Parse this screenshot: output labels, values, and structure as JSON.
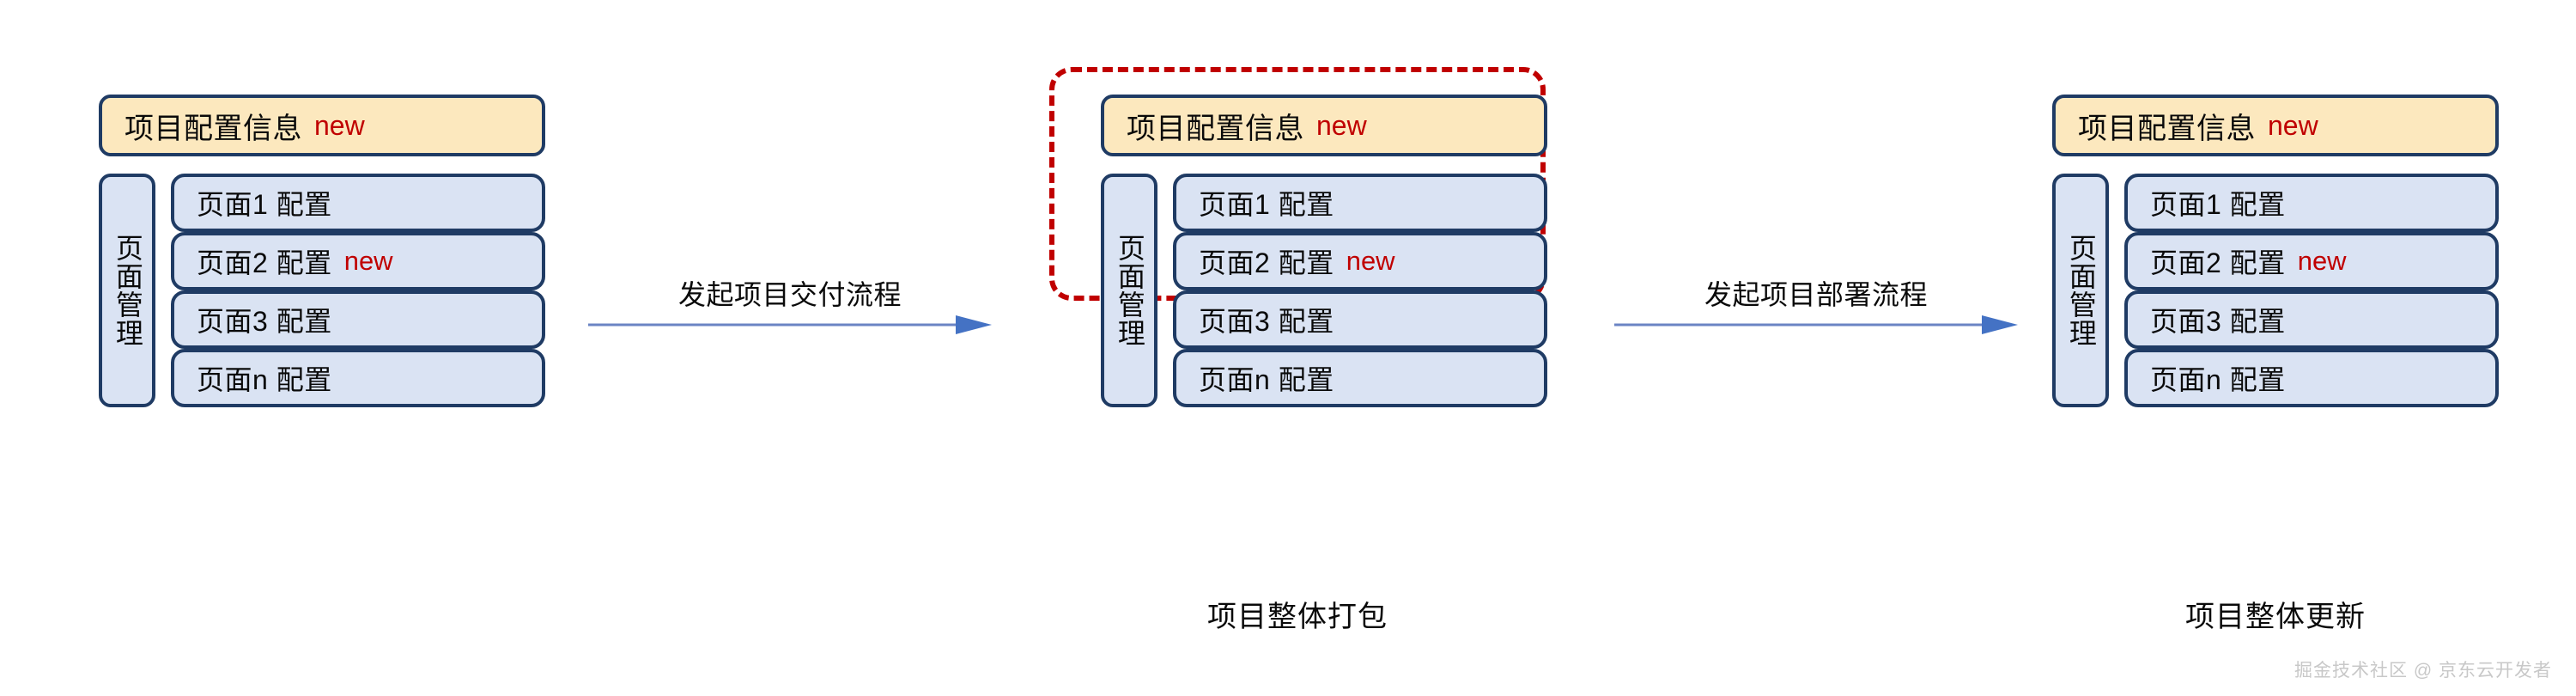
{
  "diagram": {
    "title_hidden": "",
    "colors": {
      "header_fill": "#FCE8BE",
      "box_fill": "#DAE3F3",
      "border": "#1F3B64",
      "accent_red": "#C00000",
      "arrow_blue": "#4472C4",
      "watermark_gray": "#C8C8C8"
    },
    "groups": [
      {
        "id": "group-left",
        "header": {
          "title": "项目配置信息",
          "badge": "new"
        },
        "sidebar_label": "页面管理",
        "pages": [
          {
            "label": "页面1 配置",
            "badge": ""
          },
          {
            "label": "页面2 配置",
            "badge": "new"
          },
          {
            "label": "页面3 配置",
            "badge": ""
          },
          {
            "label": "页面n 配置",
            "badge": ""
          }
        ],
        "caption": "",
        "highlighted": false
      },
      {
        "id": "group-middle",
        "header": {
          "title": "项目配置信息",
          "badge": "new"
        },
        "sidebar_label": "页面管理",
        "pages": [
          {
            "label": "页面1 配置",
            "badge": ""
          },
          {
            "label": "页面2 配置",
            "badge": "new"
          },
          {
            "label": "页面3 配置",
            "badge": ""
          },
          {
            "label": "页面n 配置",
            "badge": ""
          }
        ],
        "caption": "项目整体打包",
        "highlighted": true
      },
      {
        "id": "group-right",
        "header": {
          "title": "项目配置信息",
          "badge": "new"
        },
        "sidebar_label": "页面管理",
        "pages": [
          {
            "label": "页面1 配置",
            "badge": ""
          },
          {
            "label": "页面2 配置",
            "badge": "new"
          },
          {
            "label": "页面3 配置",
            "badge": ""
          },
          {
            "label": "页面n 配置",
            "badge": ""
          }
        ],
        "caption": "项目整体更新",
        "highlighted": false
      }
    ],
    "arrows": [
      {
        "id": "arrow-1",
        "label": "发起项目交付流程"
      },
      {
        "id": "arrow-2",
        "label": "发起项目部署流程"
      }
    ],
    "watermark": "掘金技术社区 @ 京东云开发者"
  }
}
